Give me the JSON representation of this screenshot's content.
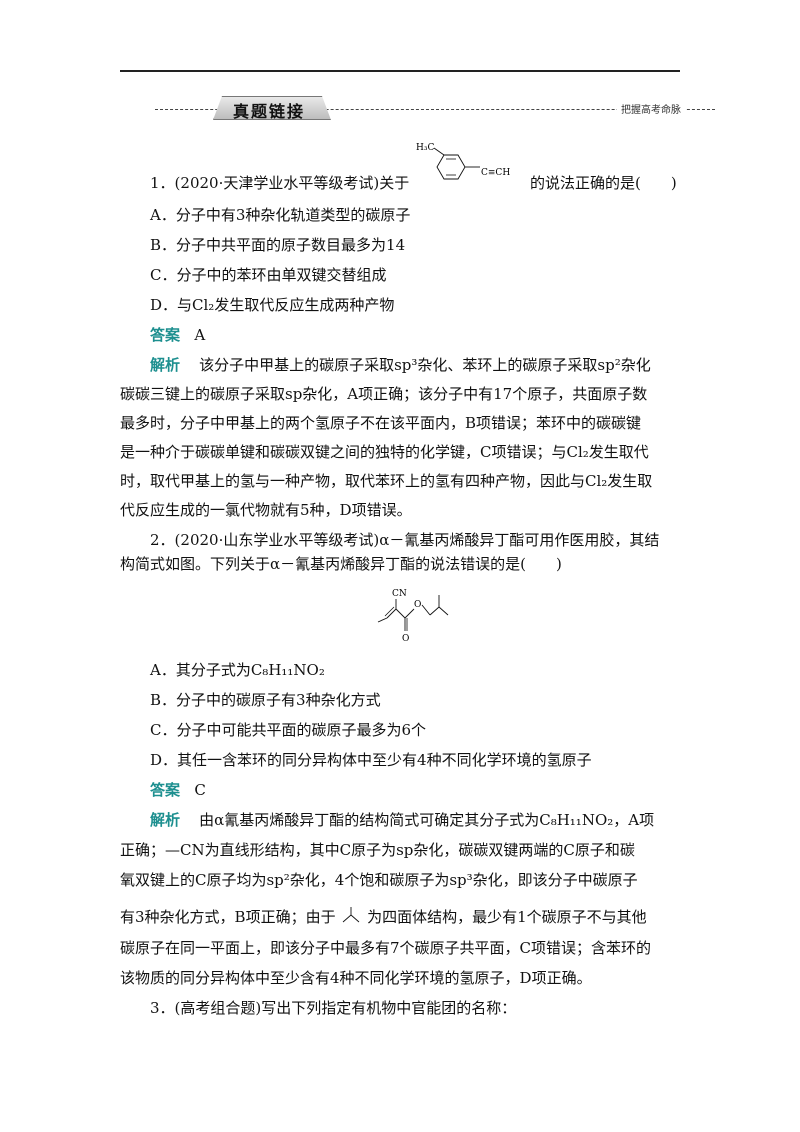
{
  "header": {
    "section_title": "真题链接",
    "slogan": "把握高考命脉"
  },
  "q1": {
    "stem_before": "1．(2020·天津学业水平等级考试)关于",
    "stem_after": "的说法正确的是(　　)",
    "structure_label_ch3": "H₃C",
    "structure_label_alkyne": "C≡CH",
    "options": [
      "A．分子中有3种杂化轨道类型的碳原子",
      "B．分子中共平面的原子数目最多为14",
      "C．分子中的苯环由单双键交替组成",
      "D．与Cl₂发生取代反应生成两种产物"
    ],
    "answer_label": "答案",
    "answer": "A",
    "explanation_label": "解析",
    "explanation_lines": [
      "该分子中甲基上的碳原子采取sp³杂化、苯环上的碳原子采取sp²杂化",
      "碳碳三键上的碳原子采取sp杂化，A项正确；该分子中有17个原子，共面原子数",
      "最多时，分子中甲基上的两个氢原子不在该平面内，B项错误；苯环中的碳碳键",
      "是一种介于碳碳单键和碳碳双键之间的独特的化学键，C项错误；与Cl₂发生取代",
      "时，取代甲基上的氢与一种产物，取代苯环上的氢有四种产物，因此与Cl₂发生取",
      "代反应生成的一氯代物就有5种，D项错误。"
    ]
  },
  "q2": {
    "stem_lines": [
      "2．(2020·山东学业水平等级考试)α－氰基丙烯酸异丁酯可用作医用胶，其结",
      "构简式如图。下列关于α－氰基丙烯酸异丁酯的说法错误的是(　　)"
    ],
    "structure_labels": {
      "cn": "CN",
      "o_ester": "O",
      "o_carbonyl": "O"
    },
    "options": [
      "A．其分子式为C₈H₁₁NO₂",
      "B．分子中的碳原子有3种杂化方式",
      "C．分子中可能共平面的碳原子最多为6个",
      "D．其任一含苯环的同分异构体中至少有4种不同化学环境的氢原子"
    ],
    "answer_label": "答案",
    "answer": "C",
    "explanation_label": "解析",
    "explanation_lines": [
      "由α氰基丙烯酸异丁酯的结构简式可确定其分子式为C₈H₁₁NO₂，A项",
      "正确；—CN为直线形结构，其中C原子为sp杂化，碳碳双键两端的C原子和碳",
      "氧双键上的C原子均为sp²杂化，4个饱和碳原子为sp³杂化，即该分子中碳原子",
      "有3种杂化方式，B项正确；由于",
      "为四面体结构，最少有1个碳原子不与其他",
      "碳原子在同一平面上，即该分子中最多有7个碳原子共平面，C项错误；含苯环的",
      "该物质的同分异构体中至少含有4种不同化学环境的氢原子，D项正确。"
    ]
  },
  "q3": {
    "stem": "3．(高考组合题)写出下列指定有机物中官能团的名称："
  }
}
